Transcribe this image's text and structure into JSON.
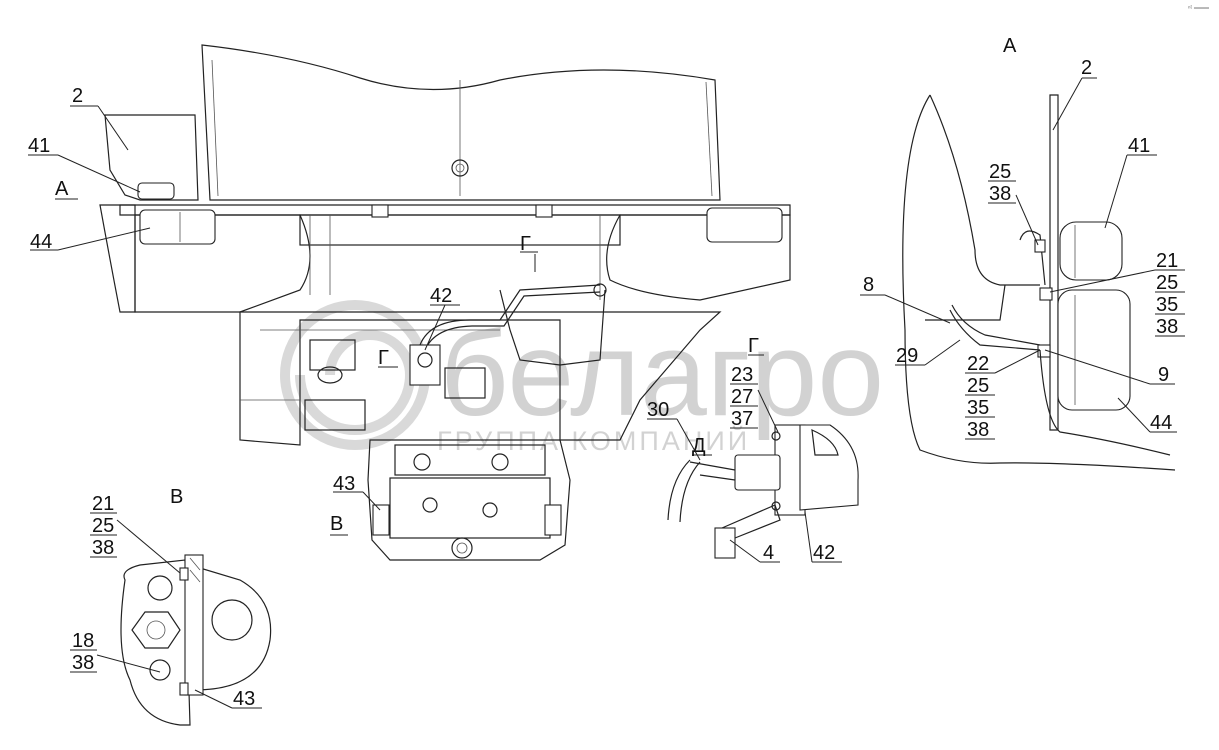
{
  "watermark": {
    "logo_text": "белагро",
    "tagline": "ГРУППА КОМПАНИЙ"
  },
  "corner_mark": "ⁿᵗ ═══",
  "section_labels": {
    "main_A": "А",
    "main_G": "Г",
    "main_V": "В",
    "main_D": "Д",
    "view_A": "А",
    "view_G": "Г",
    "view_V": "В"
  },
  "callouts": {
    "main_2": "2",
    "main_41": "41",
    "main_44": "44",
    "main_42": "42",
    "main_43": "43",
    "a_2": "2",
    "a_41": "41",
    "a_25": "25",
    "a_38": "38",
    "a_21": "21",
    "a_25b": "25",
    "a_35": "35",
    "a_38b": "38",
    "a_8": "8",
    "a_29": "29",
    "a_22": "22",
    "a_25c": "25",
    "a_35c": "35",
    "a_38c": "38",
    "a_9": "9",
    "a_44": "44",
    "g_23": "23",
    "g_27": "27",
    "g_37": "37",
    "g_30": "30",
    "g_4": "4",
    "g_42": "42",
    "v_21": "21",
    "v_25": "25",
    "v_38": "38",
    "v_18": "18",
    "v_38b": "38",
    "v_43": "43"
  }
}
